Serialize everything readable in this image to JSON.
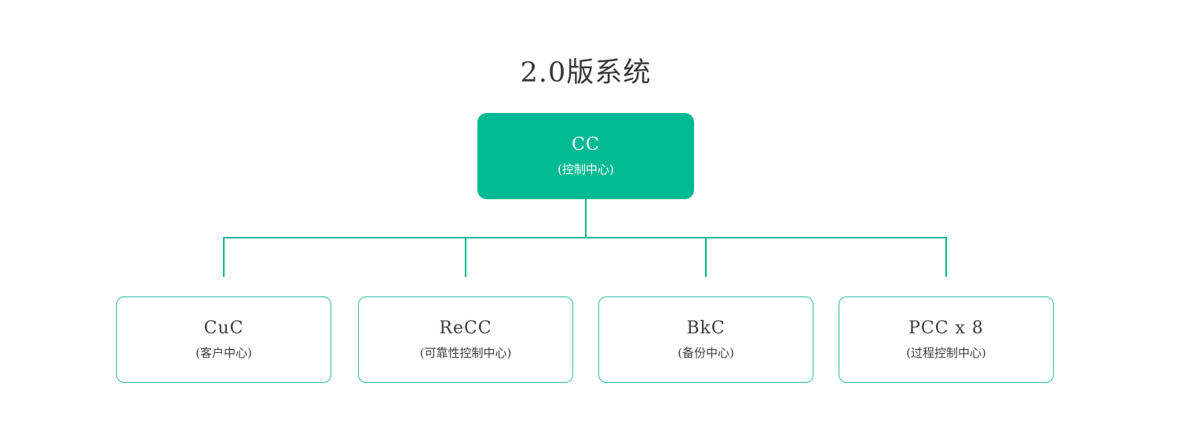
{
  "title": "2.0版系统",
  "colors": {
    "accent": "#00BA93",
    "node-border": "#2CBE9B",
    "root-text": "#ffffff",
    "node-text": "#3C3C3C",
    "title-text": "#383838",
    "canvas-bg": "#ffffff"
  },
  "root": {
    "label": "CC",
    "sublabel": "(控制中心)"
  },
  "children": [
    {
      "label": "CuC",
      "sublabel": "(客户中心)"
    },
    {
      "label": "ReCC",
      "sublabel": "(可靠性控制中心)"
    },
    {
      "label": "BkC",
      "sublabel": "(备份中心)"
    },
    {
      "label": "PCC x 8",
      "sublabel": "(过程控制中心)"
    }
  ]
}
